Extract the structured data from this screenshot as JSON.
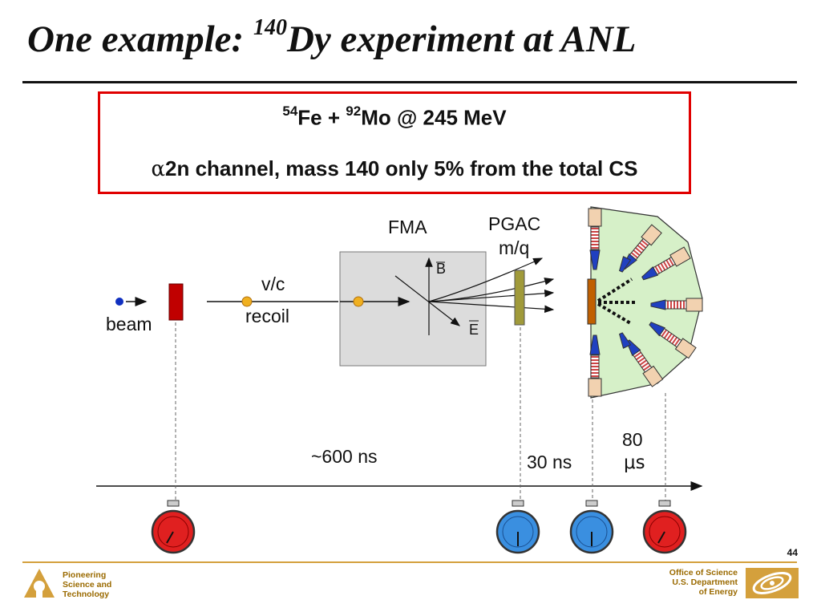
{
  "slide": {
    "title_pre": "One example: ",
    "title_sup": "140",
    "title_post": "Dy experiment at ANL",
    "page_number": "44"
  },
  "reaction_box": {
    "fe_mass": "54",
    "fe_text": "Fe + ",
    "mo_mass": "92",
    "mo_text": "Mo @ 245 MeV",
    "alpha": "α",
    "channel_text": "2n channel, mass 140 only 5% from the total CS"
  },
  "diagram": {
    "beam": "beam",
    "vc": "v/c",
    "recoil": "recoil",
    "fma": "FMA",
    "b_field": "B",
    "e_field": "E",
    "pgac": "PGAC",
    "mq": "m/q",
    "time_600": "~600 ns",
    "time_30": "30 ns",
    "time_80": "80",
    "time_us": "μs"
  },
  "footer": {
    "left_line1": "Pioneering",
    "left_line2": "Science and",
    "left_line3": "Technology",
    "right_line1": "Office of Science",
    "right_line2": "U.S. Department",
    "right_line3": "of Energy"
  },
  "colors": {
    "box_border": "#e00000",
    "target": "#c00000",
    "fma_box": "#dcdcdc",
    "pgac": "#a09a3a",
    "gamma_array": "#d6f0c8",
    "beam_dot": "#1030c0",
    "recoil_dot": "#f0b020",
    "clock_red": "#e02020",
    "clock_blue": "#3a8fe0",
    "footer_gold": "#d4a03c"
  }
}
